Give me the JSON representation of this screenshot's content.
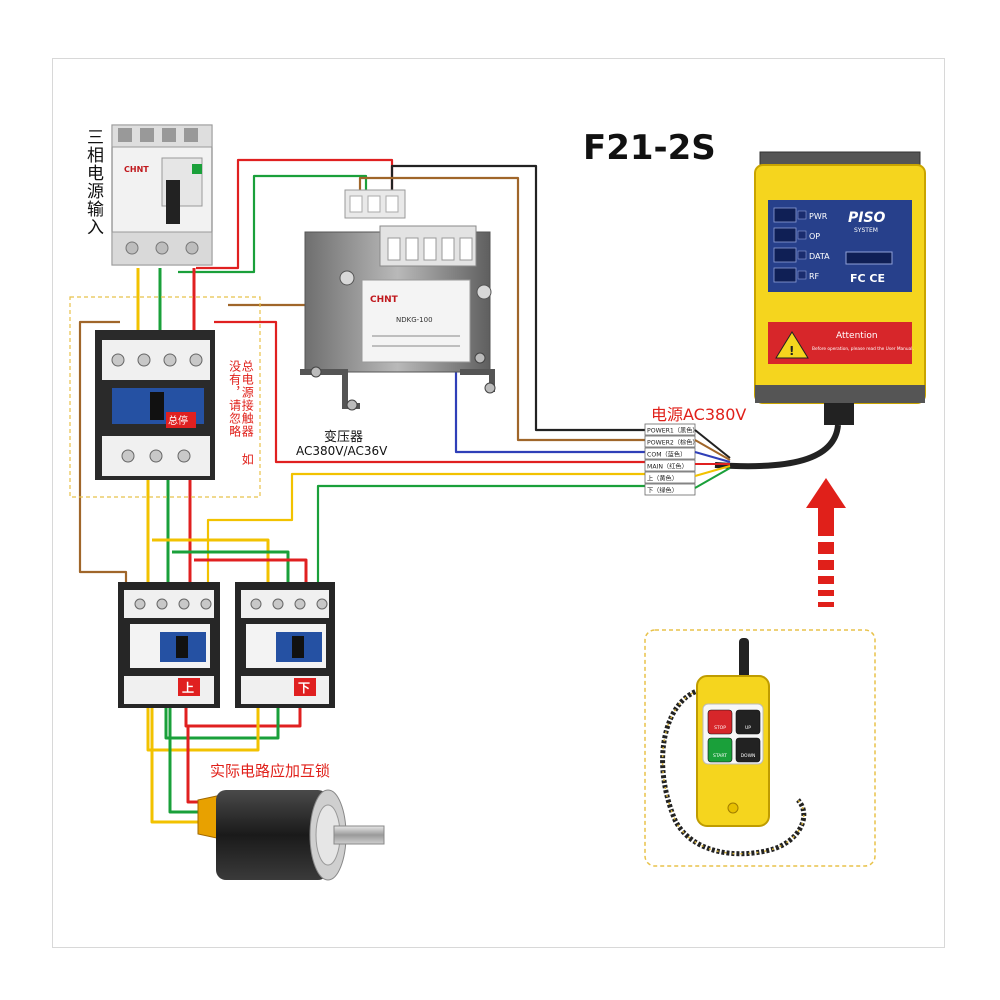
{
  "title": "F21-2S",
  "labels": {
    "power_input": "三相电源输入",
    "main_contactor_note": "总电源接触器 如没有，请忽略",
    "transformer_name": "变压器",
    "transformer_spec": "AC380V/AC36V",
    "power_supply": "电源AC380V",
    "interlock_note": "实际电路应加互锁",
    "contactor_up": "上",
    "contactor_down": "下",
    "main_contactor_tag": "总停"
  },
  "breaker": {
    "brand": "CHNT"
  },
  "transformer": {
    "brand": "CHNT",
    "model": "NDKG-100"
  },
  "terminals": [
    "POWER1（黑色）",
    "POWER2（棕色）",
    "COM（蓝色）",
    "MAIN（红色）",
    "上（黄色）",
    "下（绿色）"
  ],
  "receiver": {
    "brand": "PISO",
    "system": "SYSTEM",
    "indicators": [
      "PWR",
      "OP",
      "DATA",
      "RF"
    ],
    "cert": "FC CE",
    "attention_title": "Attention",
    "attention_text": "Before operation, please read the User Manual."
  },
  "remote": {
    "buttons": [
      "STOP",
      "UP",
      "START",
      "DOWN"
    ]
  },
  "colors": {
    "wire_red": "#e02020",
    "wire_green": "#1aa03a",
    "wire_yellow": "#f2c200",
    "wire_brown": "#a0662a",
    "wire_black": "#222222",
    "wire_blue": "#2f3fb8",
    "receiver_yellow": "#f5d51e",
    "label_red": "#e0201a"
  }
}
